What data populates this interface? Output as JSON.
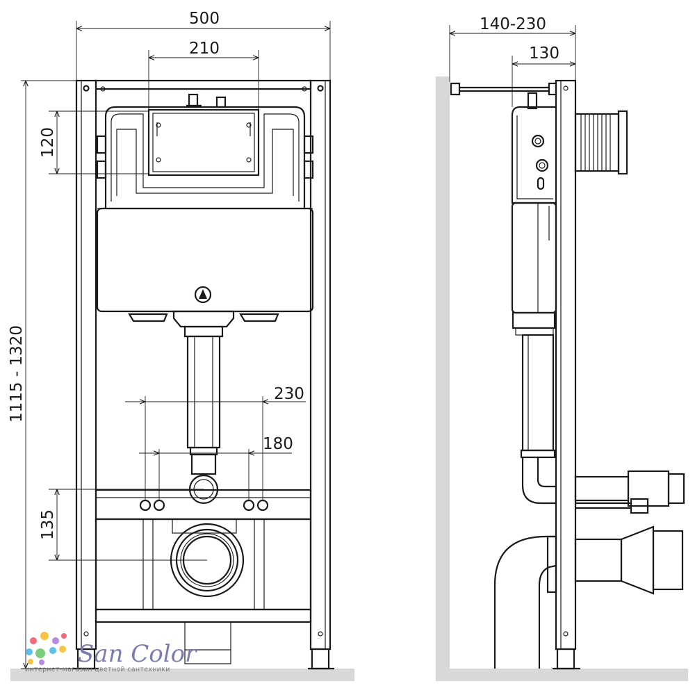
{
  "front_view": {
    "dims": {
      "frame_width": "500",
      "plate_width": "210",
      "plate_height": "120",
      "total_height": "1115 - 1320",
      "stud_outer": "230",
      "stud_inner": "180",
      "bottom_offset": "135"
    }
  },
  "side_view": {
    "dims": {
      "depth_range": "140-230",
      "depth_fixed": "130"
    }
  },
  "watermark": {
    "brand": "San Color",
    "tagline": "интернет-магазин цветной сантехники",
    "dot_colors": [
      "#f26b7a",
      "#f6c343",
      "#5cc1e8",
      "#7ad07a",
      "#b38be0"
    ]
  }
}
